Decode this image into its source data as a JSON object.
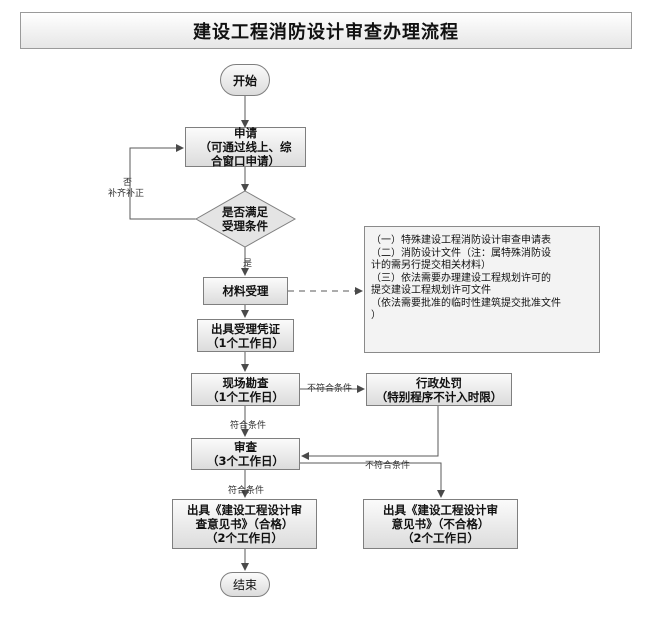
{
  "title": "建设工程消防设计审查办理流程",
  "nodes": {
    "start": "开始",
    "apply": [
      "申请",
      "（可通过线上、综",
      "合窗口申请）"
    ],
    "decision": [
      "是否满足",
      "受理条件"
    ],
    "accept": "材料受理",
    "receipt": [
      "出具受理凭证",
      "（1个工作日）"
    ],
    "survey": [
      "现场勘查",
      "（1个工作日）"
    ],
    "penalty": [
      "行政处罚",
      "（特别程序不计入时限）"
    ],
    "review": [
      "审查",
      "（3个工作日）"
    ],
    "opinion_pass": [
      "出具《建设工程设计审",
      "查意见书》（合格）",
      "（2个工作日）"
    ],
    "opinion_fail": [
      "出具《建设工程设计审",
      "意见书》（不合格）",
      "（2个工作日）"
    ],
    "end": "结束"
  },
  "note_lines": [
    "（一）特殊建设工程消防设计审查申请表",
    "（二）消防设计文件（注：属特殊消防设",
    "计的需另行提交相关材料）",
    "（三）依法需要办理建设工程规划许可的",
    "提交建设工程规划许可文件",
    "（依法需要批准的临时性建筑提交批准文件",
    "）"
  ],
  "labels": {
    "no": "否",
    "supplement": "补齐补正",
    "yes": "是",
    "not_meet_1": "不符合条件",
    "meet_1": "符合条件",
    "not_meet_2": "不符合条件",
    "meet_2": "符合条件"
  }
}
